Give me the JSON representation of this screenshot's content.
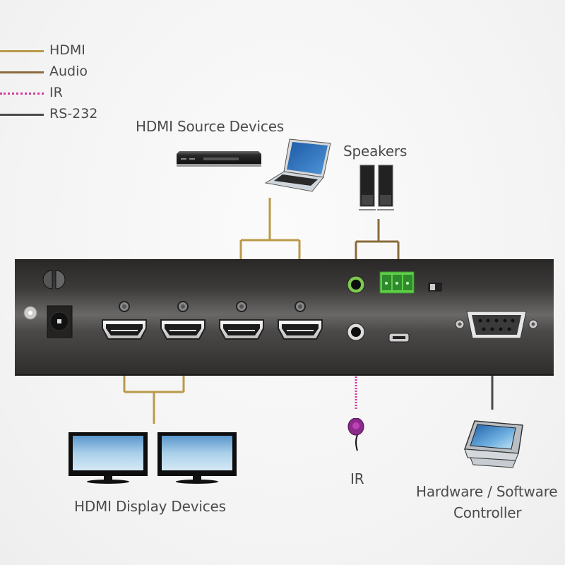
{
  "legend": [
    {
      "label": "HDMI",
      "color": "#b99a48",
      "style": "solid"
    },
    {
      "label": "Audio",
      "color": "#8a6a3c",
      "style": "solid"
    },
    {
      "label": "IR",
      "color": "#d63a9e",
      "style": "dotted"
    },
    {
      "label": "RS-232",
      "color": "#4a4a4a",
      "style": "solid"
    }
  ],
  "labels": {
    "hdmi_source": "HDMI Source Devices",
    "speakers": "Speakers",
    "hdmi_display": "HDMI Display Devices",
    "ir": "IR",
    "controller_line1": "Hardware / Software",
    "controller_line2": "Controller"
  },
  "devices": {
    "sources": [
      "blu-ray-player",
      "laptop"
    ],
    "displays": [
      "monitor",
      "monitor"
    ],
    "speakers": [
      "speaker-left",
      "speaker-right"
    ],
    "controller": "touch-panel"
  },
  "panel_ports": {
    "hdmi_ports": 4,
    "audio_out_jack_color": "#7ec850",
    "terminal_block_color": "#3fae3a",
    "terminal_block_pins": 3,
    "serial_port_pins": 9
  }
}
